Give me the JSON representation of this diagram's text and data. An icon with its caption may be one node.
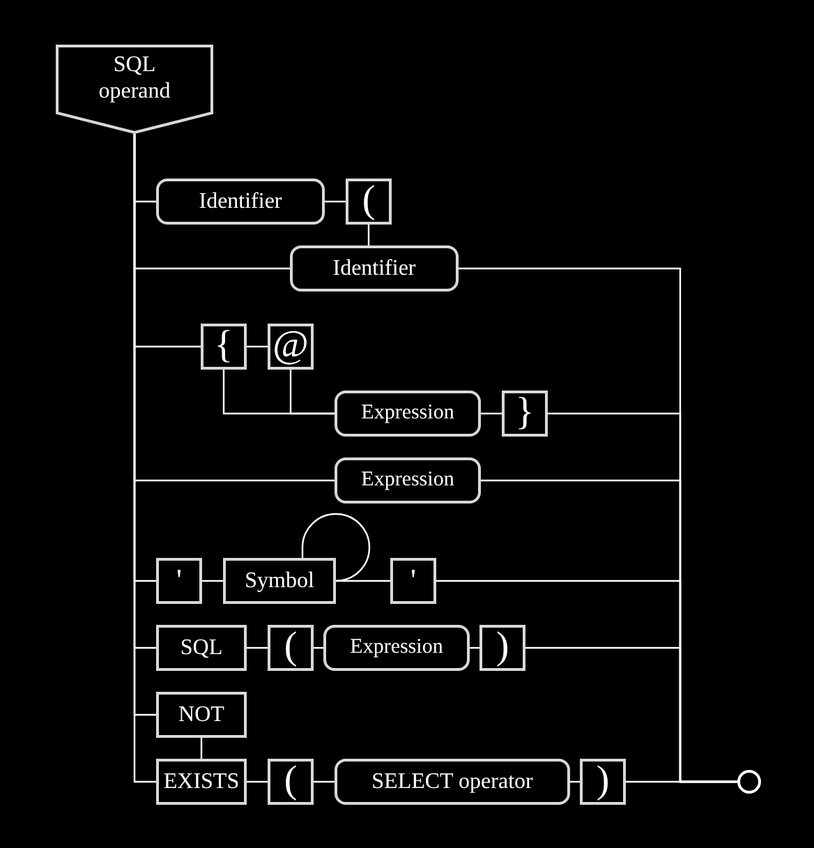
{
  "diagram": {
    "nodes": [
      {
        "text": [
          "SQL operand"
        ]
      },
      {
        "text": [
          "Identifier"
        ]
      },
      {
        "text": [
          "("
        ]
      },
      {
        "text": [
          "Identifier"
        ]
      },
      {
        "text": [
          "{"
        ]
      },
      {
        "text": [
          "@"
        ]
      },
      {
        "text": [
          "Expression"
        ]
      },
      {
        "text": [
          "}"
        ]
      },
      {
        "text": [
          "Expression"
        ]
      },
      {
        "text": [
          "'"
        ]
      },
      {
        "text": [
          "Symbol"
        ]
      },
      {
        "text": [
          "'"
        ]
      },
      {
        "text": [
          "SQL"
        ]
      },
      {
        "text": [
          "("
        ]
      },
      {
        "text": [
          "Expression"
        ]
      },
      {
        "text": [
          ")"
        ]
      },
      {
        "text": [
          "NOT"
        ]
      },
      {
        "text": [
          "EXISTS"
        ]
      },
      {
        "text": [
          "("
        ]
      },
      {
        "text": [
          "SELECT operator"
        ]
      },
      {
        "text": [
          ")"
        ]
      },
      {
        "text": [],
        "shape": "circle"
      }
    ],
    "edges": [
      {
        "from": 0,
        "to": 1,
        "arrow": "none"
      },
      {
        "from": 0,
        "to": 3,
        "arrow": "none"
      },
      {
        "from": 0,
        "to": 4,
        "arrow": "none"
      },
      {
        "from": 0,
        "to": 8,
        "arrow": "none"
      },
      {
        "from": 0,
        "to": 9,
        "arrow": "none"
      },
      {
        "from": 0,
        "to": 12,
        "arrow": "none"
      },
      {
        "from": 0,
        "to": 16,
        "arrow": "none"
      },
      {
        "from": 0,
        "to": 17,
        "arrow": "none"
      },
      {
        "from": 1,
        "to": 2,
        "arrow": "none"
      },
      {
        "from": 2,
        "to": 3,
        "arrow": "none"
      },
      {
        "from": 3,
        "to": 21,
        "arrow": "none"
      },
      {
        "from": 4,
        "to": 5,
        "arrow": "none"
      },
      {
        "from": 4,
        "to": 6,
        "arrow": "none"
      },
      {
        "from": 5,
        "to": 6,
        "arrow": "none"
      },
      {
        "from": 6,
        "to": 7,
        "arrow": "none"
      },
      {
        "from": 7,
        "to": 21,
        "arrow": "none"
      },
      {
        "from": 8,
        "to": 21,
        "arrow": "none"
      },
      {
        "from": 9,
        "to": 10,
        "arrow": "none"
      },
      {
        "from": 10,
        "to": 10,
        "arrow": "none"
      },
      {
        "from": 10,
        "to": 11,
        "arrow": "none"
      },
      {
        "from": 11,
        "to": 21,
        "arrow": "none"
      },
      {
        "from": 12,
        "to": 13,
        "arrow": "none"
      },
      {
        "from": 13,
        "to": 14,
        "arrow": "none"
      },
      {
        "from": 14,
        "to": 15,
        "arrow": "none"
      },
      {
        "from": 15,
        "to": 21,
        "arrow": "none"
      },
      {
        "from": 16,
        "to": 17,
        "arrow": "none"
      },
      {
        "from": 17,
        "to": 18,
        "arrow": "none"
      },
      {
        "from": 18,
        "to": 19,
        "arrow": "none"
      },
      {
        "from": 19,
        "to": 20,
        "arrow": "none"
      },
      {
        "from": 20,
        "to": 21,
        "arrow": "none"
      }
    ]
  }
}
